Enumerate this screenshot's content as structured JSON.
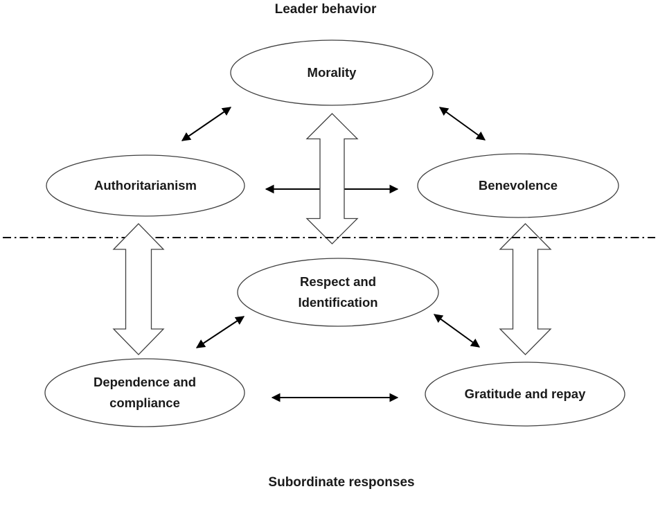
{
  "diagram": {
    "top_label": "Leader behavior",
    "bottom_label": "Subordinate responses",
    "nodes": [
      {
        "id": "morality",
        "label": "Morality",
        "group": "leader-behavior"
      },
      {
        "id": "authoritarianism",
        "label": "Authoritarianism",
        "group": "leader-behavior"
      },
      {
        "id": "benevolence",
        "label": "Benevolence",
        "group": "leader-behavior"
      },
      {
        "id": "respect-identification",
        "label": "Respect and\nIdentification",
        "group": "subordinate-responses"
      },
      {
        "id": "dependence-compliance",
        "label": "Dependence and\ncompliance",
        "group": "subordinate-responses"
      },
      {
        "id": "gratitude-repay",
        "label": "Gratitude and repay",
        "group": "subordinate-responses"
      }
    ],
    "edges": [
      {
        "from": "morality",
        "to": "authoritarianism",
        "style": "thin-double-arrow"
      },
      {
        "from": "morality",
        "to": "benevolence",
        "style": "thin-double-arrow"
      },
      {
        "from": "authoritarianism",
        "to": "benevolence",
        "style": "thin-double-arrow"
      },
      {
        "from": "morality",
        "to": "respect-identification",
        "style": "block-double-arrow"
      },
      {
        "from": "authoritarianism",
        "to": "dependence-compliance",
        "style": "block-double-arrow"
      },
      {
        "from": "benevolence",
        "to": "gratitude-repay",
        "style": "block-double-arrow"
      },
      {
        "from": "respect-identification",
        "to": "dependence-compliance",
        "style": "thin-double-arrow"
      },
      {
        "from": "respect-identification",
        "to": "gratitude-repay",
        "style": "thin-double-arrow"
      },
      {
        "from": "dependence-compliance",
        "to": "gratitude-repay",
        "style": "thin-double-arrow"
      }
    ],
    "divider": {
      "style": "dash-dot-line",
      "separates": [
        "leader-behavior",
        "subordinate-responses"
      ]
    },
    "colors": {
      "background": "#ffffff",
      "shape_outline": "#3f3f3f",
      "block_arrow_fill": "#ffffff",
      "thin_arrow": "#000000",
      "text": "#1a1a1a"
    }
  }
}
